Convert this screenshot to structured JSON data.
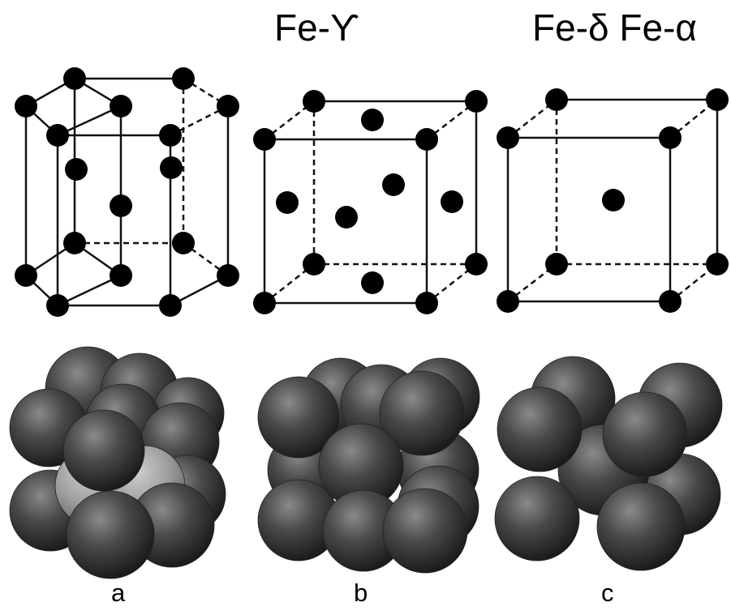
{
  "titles": {
    "fe_gamma": "Fe-ϒ",
    "fe_delta_alpha": "Fe-δ Fe-α"
  },
  "panel_labels": {
    "a": "a",
    "b": "b",
    "c": "c"
  },
  "colors": {
    "line": "#111111",
    "atom": "#000000",
    "sphere_dark": "#2a2a2a",
    "sphere_mid": "#6e6e6e",
    "sphere_light": "#9c9c9c",
    "sphere_pale": "#bdbdbd"
  },
  "structures": [
    {
      "id": "a",
      "lattice": "hexagonal close-packed"
    },
    {
      "id": "b",
      "lattice": "face-centered cubic"
    },
    {
      "id": "c",
      "lattice": "body-centered cubic"
    }
  ]
}
